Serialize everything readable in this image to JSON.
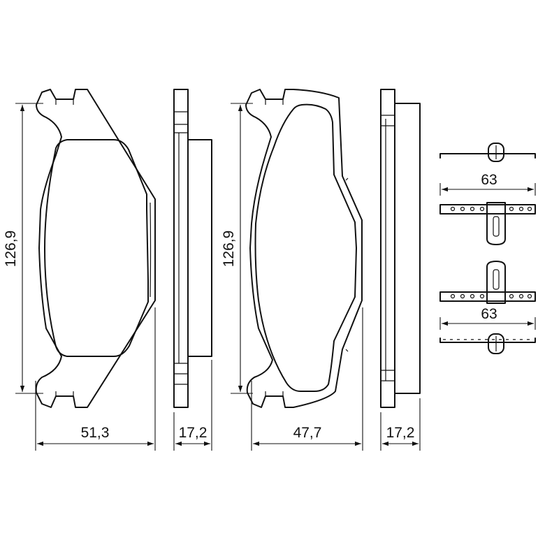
{
  "dimensions": {
    "pad1_height": "126,9",
    "pad1_width": "51,3",
    "pad1_thickness": "17,2",
    "pad2_height": "126,9",
    "pad2_width": "47,7",
    "pad2_thickness": "17,2",
    "clip1_length": "63",
    "clip2_length": "63"
  }
}
